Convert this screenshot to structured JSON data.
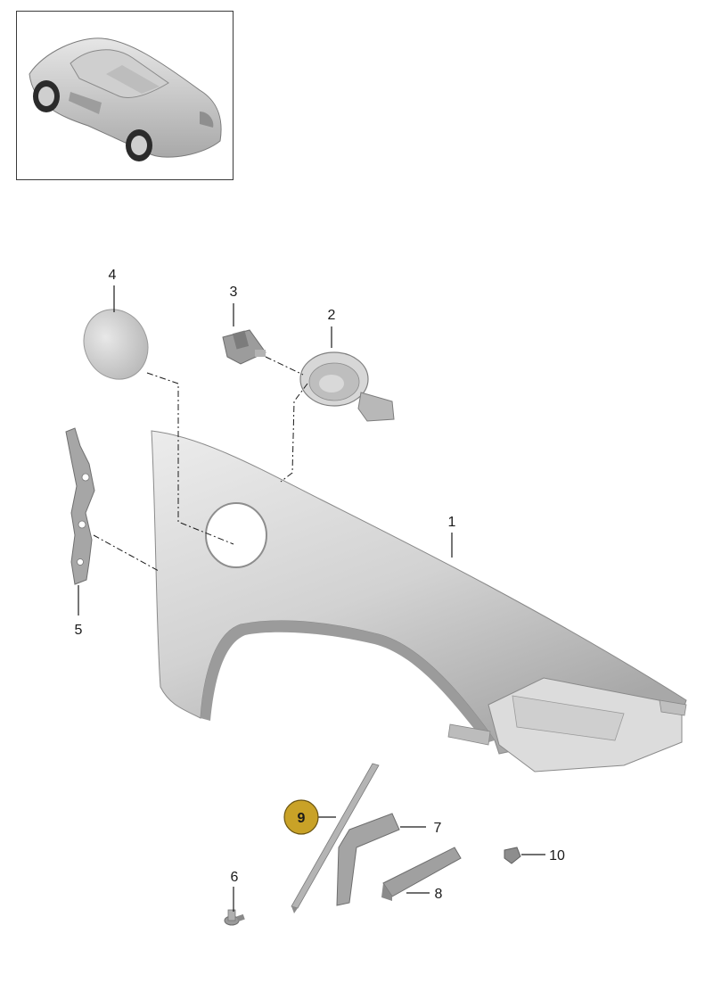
{
  "diagram": {
    "thumbnail": {
      "icon": "car-icon"
    },
    "callouts": {
      "p1": "1",
      "p2": "2",
      "p3": "3",
      "p4": "4",
      "p5": "5",
      "p6": "6",
      "p7": "7",
      "p8": "8",
      "p9": "9",
      "p10": "10"
    },
    "highlight": {
      "number": "9",
      "color": "#C9A227"
    },
    "colors": {
      "part_fill": "#d9d9d9",
      "part_shade": "#b8b8b8",
      "line": "#1a1a1a"
    }
  }
}
